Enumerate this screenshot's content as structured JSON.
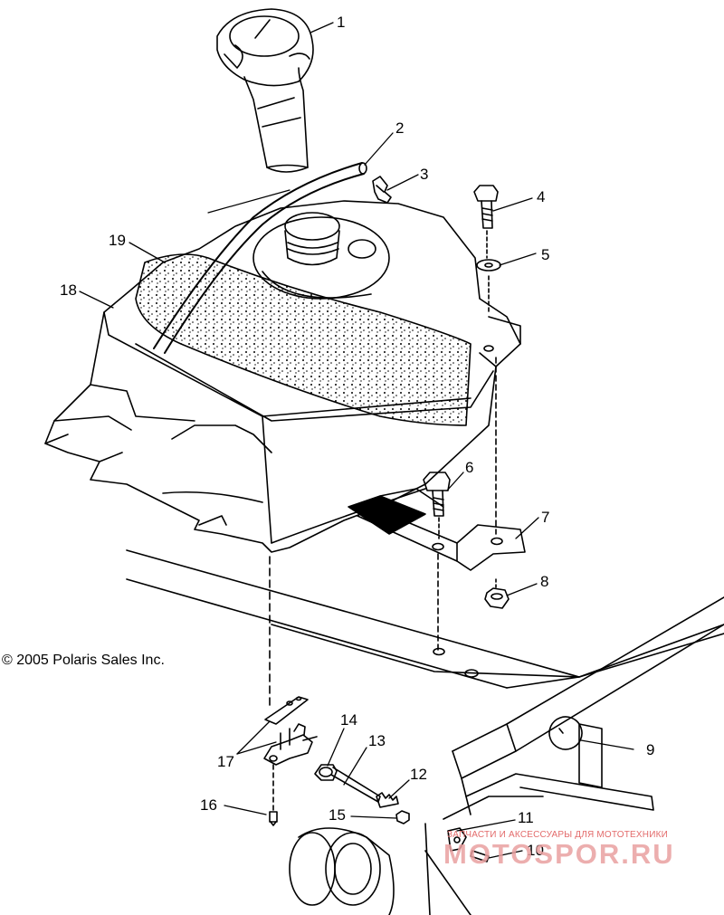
{
  "diagram": {
    "copyright": "© 2005 Polaris Sales Inc.",
    "watermark": {
      "line1": "ЗАПЧАСТИ И АКСЕССУАРЫ ДЛЯ МОТОТЕХНИКИ",
      "line2": "MOTOSPOR.RU"
    },
    "callouts": [
      "1",
      "2",
      "3",
      "4",
      "5",
      "6",
      "7",
      "8",
      "9",
      "10",
      "11",
      "12",
      "13",
      "14",
      "15",
      "16",
      "17",
      "18",
      "19"
    ],
    "parts": [
      {
        "callout": "1",
        "name": "fuel-cap-neck"
      },
      {
        "callout": "2",
        "name": "vent-hose"
      },
      {
        "callout": "3",
        "name": "vent-fitting"
      },
      {
        "callout": "4",
        "name": "bolt"
      },
      {
        "callout": "5",
        "name": "washer"
      },
      {
        "callout": "6",
        "name": "bolt"
      },
      {
        "callout": "7",
        "name": "tank-bracket"
      },
      {
        "callout": "8",
        "name": "nut"
      },
      {
        "callout": "9",
        "name": "frame-plug"
      },
      {
        "callout": "10",
        "name": "screw"
      },
      {
        "callout": "11",
        "name": "clip"
      },
      {
        "callout": "12",
        "name": "spring"
      },
      {
        "callout": "13",
        "name": "valve-shaft"
      },
      {
        "callout": "14",
        "name": "knob"
      },
      {
        "callout": "15",
        "name": "nut"
      },
      {
        "callout": "16",
        "name": "screw"
      },
      {
        "callout": "17",
        "name": "fuel-valve-assembly"
      },
      {
        "callout": "18",
        "name": "fuel-tank"
      },
      {
        "callout": "19",
        "name": "foam-pad"
      }
    ]
  }
}
